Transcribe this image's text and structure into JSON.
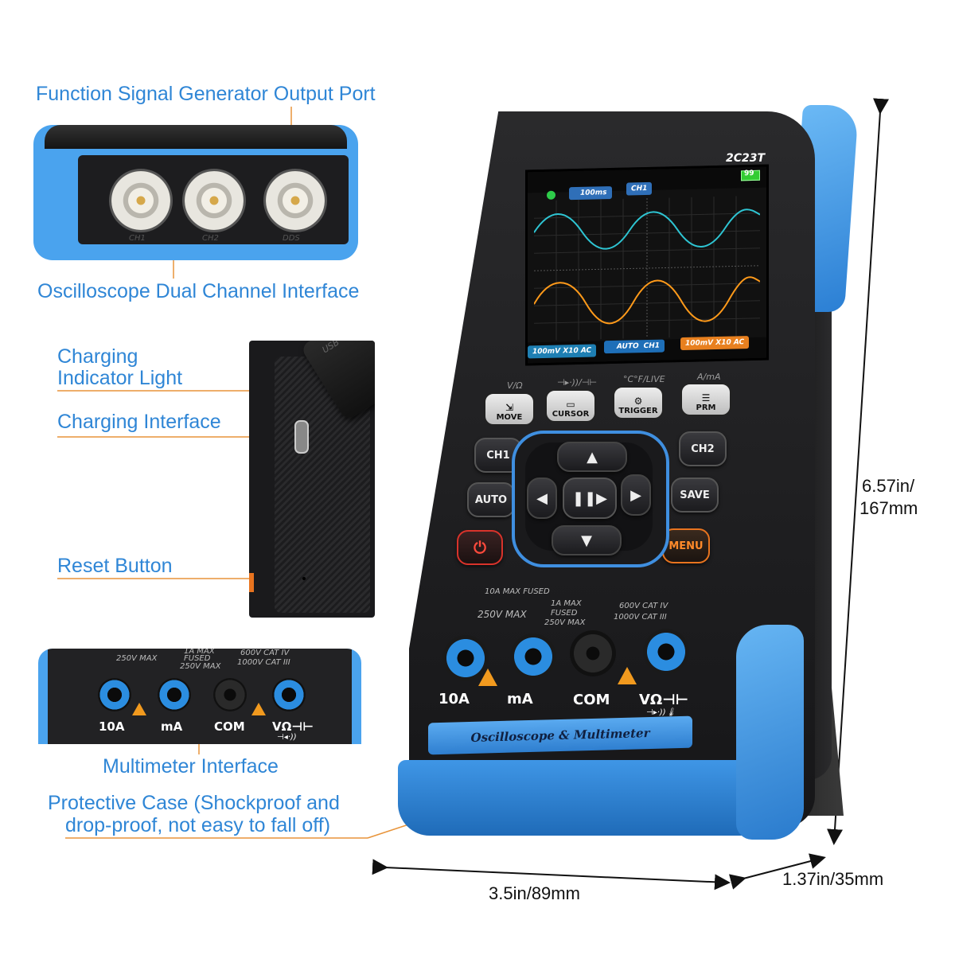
{
  "callouts": {
    "signal_generator_port": "Function Signal Generator Output Port",
    "dual_channel": "Oscilloscope Dual Channel Interface",
    "charging_light_line1": "Charging",
    "charging_light_line2": "Indicator Light",
    "charging_interface": "Charging Interface",
    "reset_button": "Reset Button",
    "multimeter_interface": "Multimeter Interface",
    "protective_case_line1": "Protective Case (Shockproof and",
    "protective_case_line2": "drop-proof, not easy to fall off)"
  },
  "dimensions": {
    "height_line1": "6.57in/",
    "height_line2": "167mm",
    "width": "3.5in/89mm",
    "depth": "1.37in/35mm"
  },
  "device": {
    "model": "2C23T",
    "battery": "99",
    "screen": {
      "timebase": "100ms",
      "channel": "CH1",
      "ch1_scale": "100mV X10 AC",
      "trigger_mode": "AUTO",
      "trigger_channel": "CH1",
      "ch2_scale": "100mV X10 AC",
      "ch1_color": "#2ec5d3",
      "ch2_color": "#ff9a1a"
    },
    "function_buttons": [
      {
        "top": "V/Ω",
        "label": "MOVE"
      },
      {
        "top": "⊣▸·))/⊣⊢",
        "label": "CURSOR"
      },
      {
        "top": "°C°F/LIVE",
        "label": "TRIGGER"
      },
      {
        "top": "A/mA",
        "label": "PRM"
      }
    ],
    "side_buttons": {
      "ch1": "CH1",
      "ch2": "CH2",
      "auto": "AUTO",
      "save": "SAVE",
      "menu": "MENU"
    },
    "jacks_panel": {
      "fused": "10A MAX FUSED",
      "max_250v": "250V MAX",
      "ma_line1": "1A MAX",
      "ma_line2": "FUSED",
      "ma_line3": "250V MAX",
      "cat_line1": "600V CAT IV",
      "cat_line2": "1000V CAT III",
      "labels": [
        "10A",
        "mA",
        "COM",
        "VΩ⊣⊢"
      ],
      "sub_label": "⊣▸·))🌡"
    },
    "nameplate": "Oscilloscope & Multimeter"
  },
  "detail_top": {
    "port_labels": [
      "CH1",
      "CH2",
      "DDS"
    ]
  },
  "detail_side": {
    "usb_cover": "USB"
  },
  "detail_bottom": {
    "max_250v": "250V MAX",
    "ma_line1": "1A MAX",
    "ma_line2": "FUSED",
    "ma_line3": "250V MAX",
    "cat_line1": "600V CAT IV",
    "cat_line2": "1000V CAT III",
    "labels": [
      "10A",
      "mA",
      "COM",
      "VΩ⊣⊢"
    ],
    "sub_label": "⊣◂·))"
  },
  "colors": {
    "callout_blue": "#2f86d6",
    "accent_blue": "#3f8fe0",
    "leader_orange": "#e8943a",
    "power_red": "#d9332b",
    "menu_orange": "#e8741f"
  }
}
